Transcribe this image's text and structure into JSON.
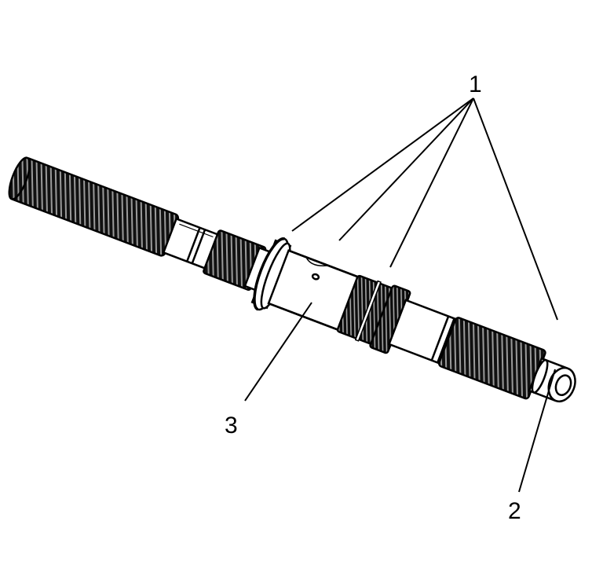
{
  "callouts": [
    {
      "id": "1",
      "label": "1"
    },
    {
      "id": "2",
      "label": "2"
    },
    {
      "id": "3",
      "label": "3"
    }
  ],
  "colors": {
    "ink": "#000000",
    "paper": "#ffffff",
    "spline_dark": "#1a1a1a",
    "spline_light": "#888888"
  }
}
